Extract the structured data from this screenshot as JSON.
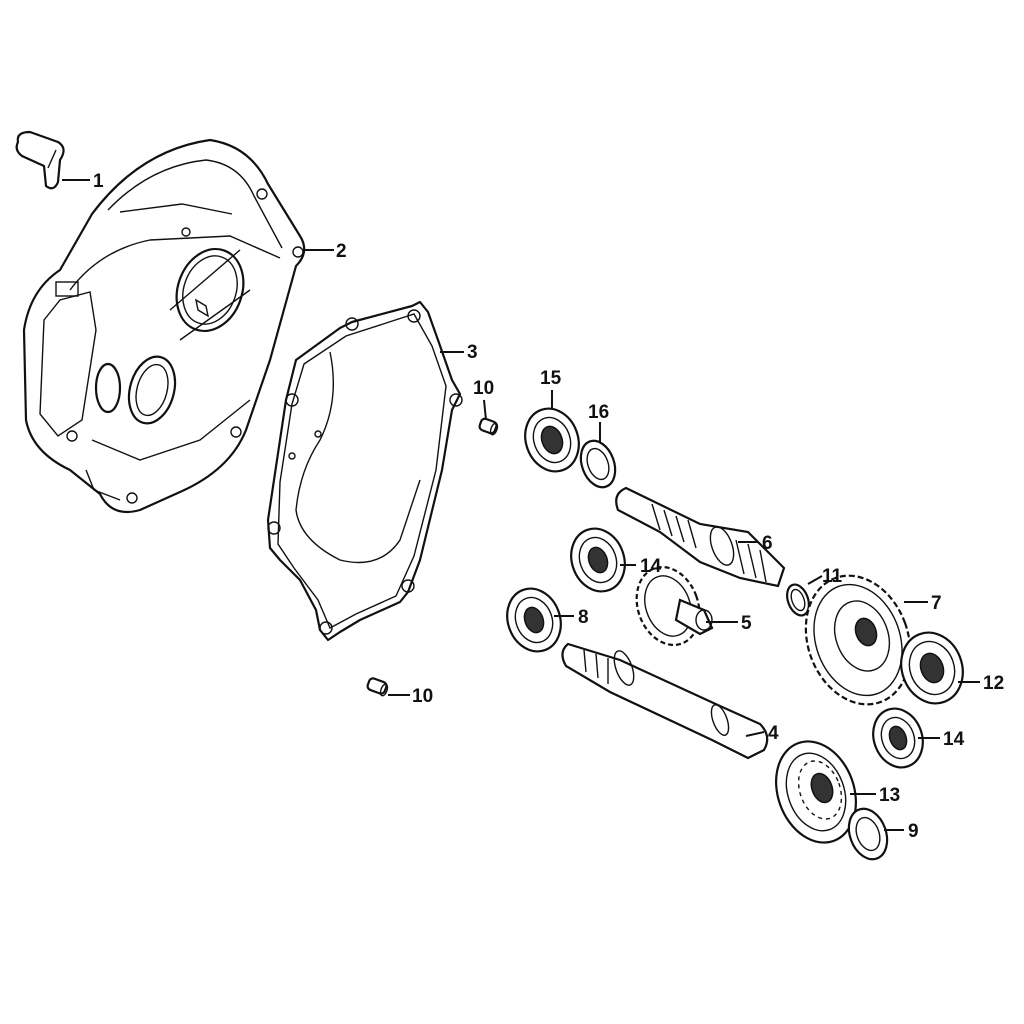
{
  "callouts": {
    "c1": "1",
    "c2": "2",
    "c3": "3",
    "c4": "4",
    "c5": "5",
    "c6": "6",
    "c7": "7",
    "c8": "8",
    "c9": "9",
    "c10a": "10",
    "c10b": "10",
    "c11": "11",
    "c12": "12",
    "c13": "13",
    "c14a": "14",
    "c14b": "14",
    "c15": "15",
    "c16": "16"
  }
}
